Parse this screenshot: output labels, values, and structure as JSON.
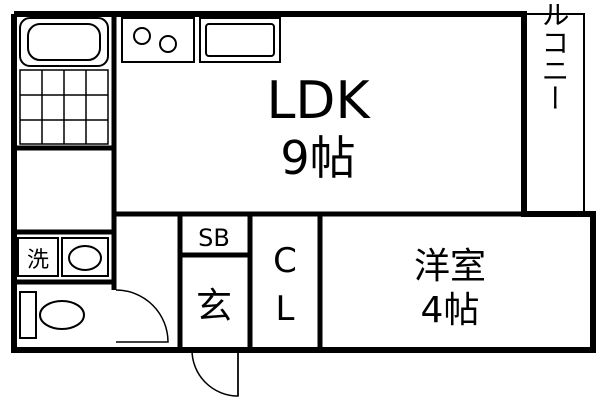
{
  "rooms": {
    "ldk": {
      "name": "LDK",
      "size": "9帖"
    },
    "balcony": {
      "name": "バルコニー"
    },
    "western": {
      "name": "洋室",
      "size": "4帖"
    },
    "sb": {
      "name": "SB"
    },
    "entrance": {
      "name": "玄"
    },
    "closet": {
      "line1": "C",
      "line2": "L"
    },
    "washer": {
      "name": "洗"
    }
  }
}
